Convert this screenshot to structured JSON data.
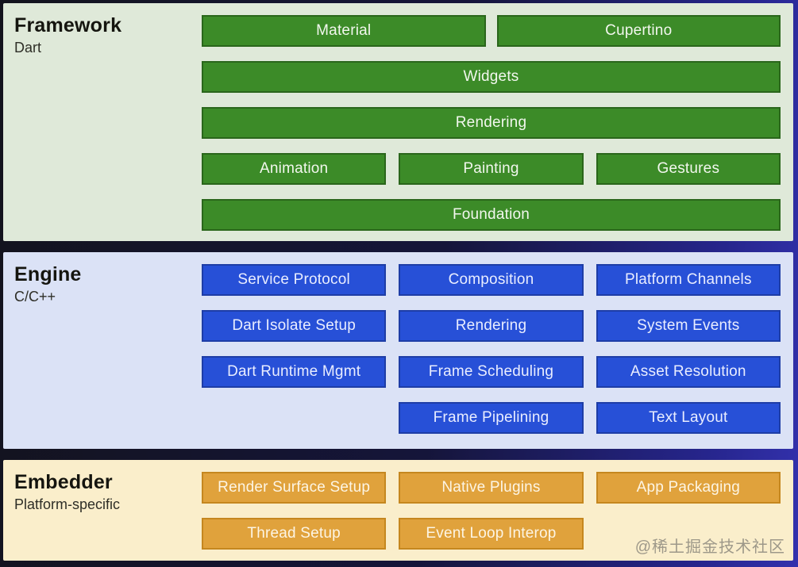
{
  "page": {
    "watermark": "@稀土掘金技术社区"
  },
  "sections": [
    {
      "id": "framework",
      "title": "Framework",
      "subtitle": "Dart",
      "theme": "green",
      "rows": [
        {
          "type": "half",
          "buttons": [
            "Material",
            "Cupertino"
          ]
        },
        {
          "type": "full",
          "buttons": [
            "Widgets"
          ]
        },
        {
          "type": "full",
          "buttons": [
            "Rendering"
          ]
        },
        {
          "type": "thirds",
          "buttons": [
            "Animation",
            "Painting",
            "Gestures"
          ]
        },
        {
          "type": "full",
          "buttons": [
            "Foundation"
          ]
        }
      ]
    },
    {
      "id": "engine",
      "title": "Engine",
      "subtitle": "C/C++",
      "theme": "blue",
      "rows": [
        {
          "type": "thirds",
          "buttons": [
            "Service Protocol",
            "Composition",
            "Platform Channels"
          ]
        },
        {
          "type": "thirds",
          "buttons": [
            "Dart Isolate Setup",
            "Rendering",
            "System Events"
          ]
        },
        {
          "type": "thirds",
          "buttons": [
            "Dart Runtime Mgmt",
            "Frame Scheduling",
            "Asset Resolution"
          ]
        },
        {
          "type": "thirds",
          "buttons": [
            null,
            "Frame Pipelining",
            "Text Layout"
          ]
        }
      ]
    },
    {
      "id": "embedder",
      "title": "Embedder",
      "subtitle": "Platform-specific",
      "theme": "orange",
      "rows": [
        {
          "type": "thirds",
          "buttons": [
            "Render Surface Setup",
            "Native Plugins",
            "App Packaging"
          ]
        },
        {
          "type": "thirds",
          "buttons": [
            "Thread Setup",
            "Event Loop Interop",
            null
          ]
        }
      ]
    }
  ],
  "colors": {
    "framework_bg": "#dfe9d9",
    "engine_bg": "#dbe2f6",
    "embedder_bg": "#faeecb",
    "green_fill": "#3c8b28",
    "green_border": "#2a661b",
    "blue_fill": "#2750d7",
    "blue_border": "#1e3da6",
    "orange_fill": "#e0a23c",
    "orange_border": "#c5871f"
  }
}
